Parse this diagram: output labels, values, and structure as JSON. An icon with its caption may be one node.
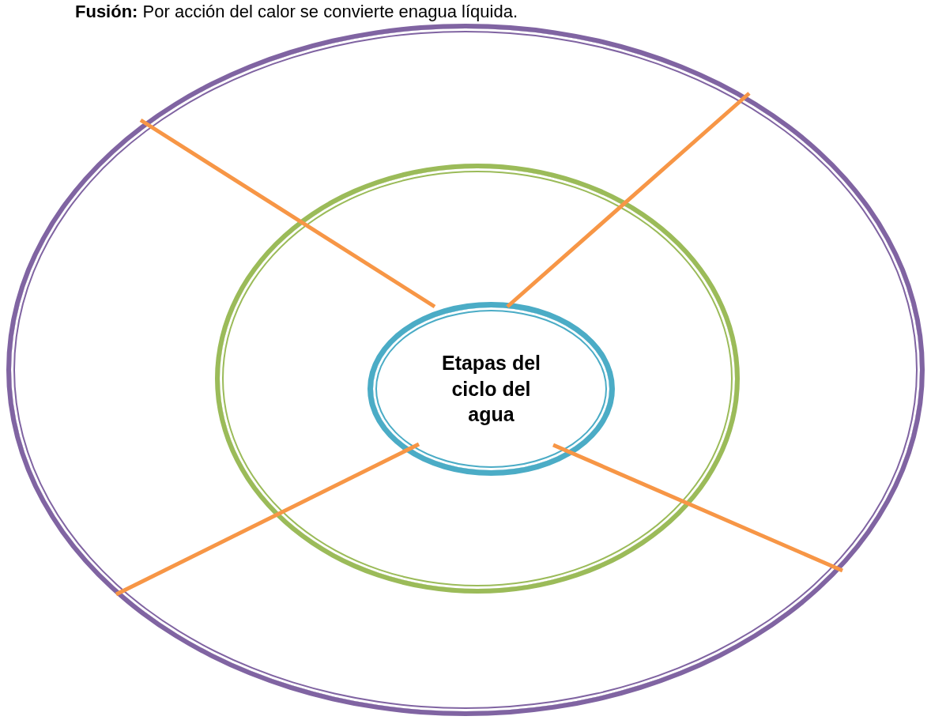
{
  "diagram": {
    "nodes": [
      {
        "text": [],
        "shape": "circle"
      },
      {
        "text": [],
        "shape": "circle",
        "in": 0
      },
      {
        "text": [
          "Etapas del ciclo del agua"
        ],
        "in": 1
      }
    ],
    "labels": [
      "**Fusión:** Por acción del calor se convierte enagua líquida."
    ]
  }
}
